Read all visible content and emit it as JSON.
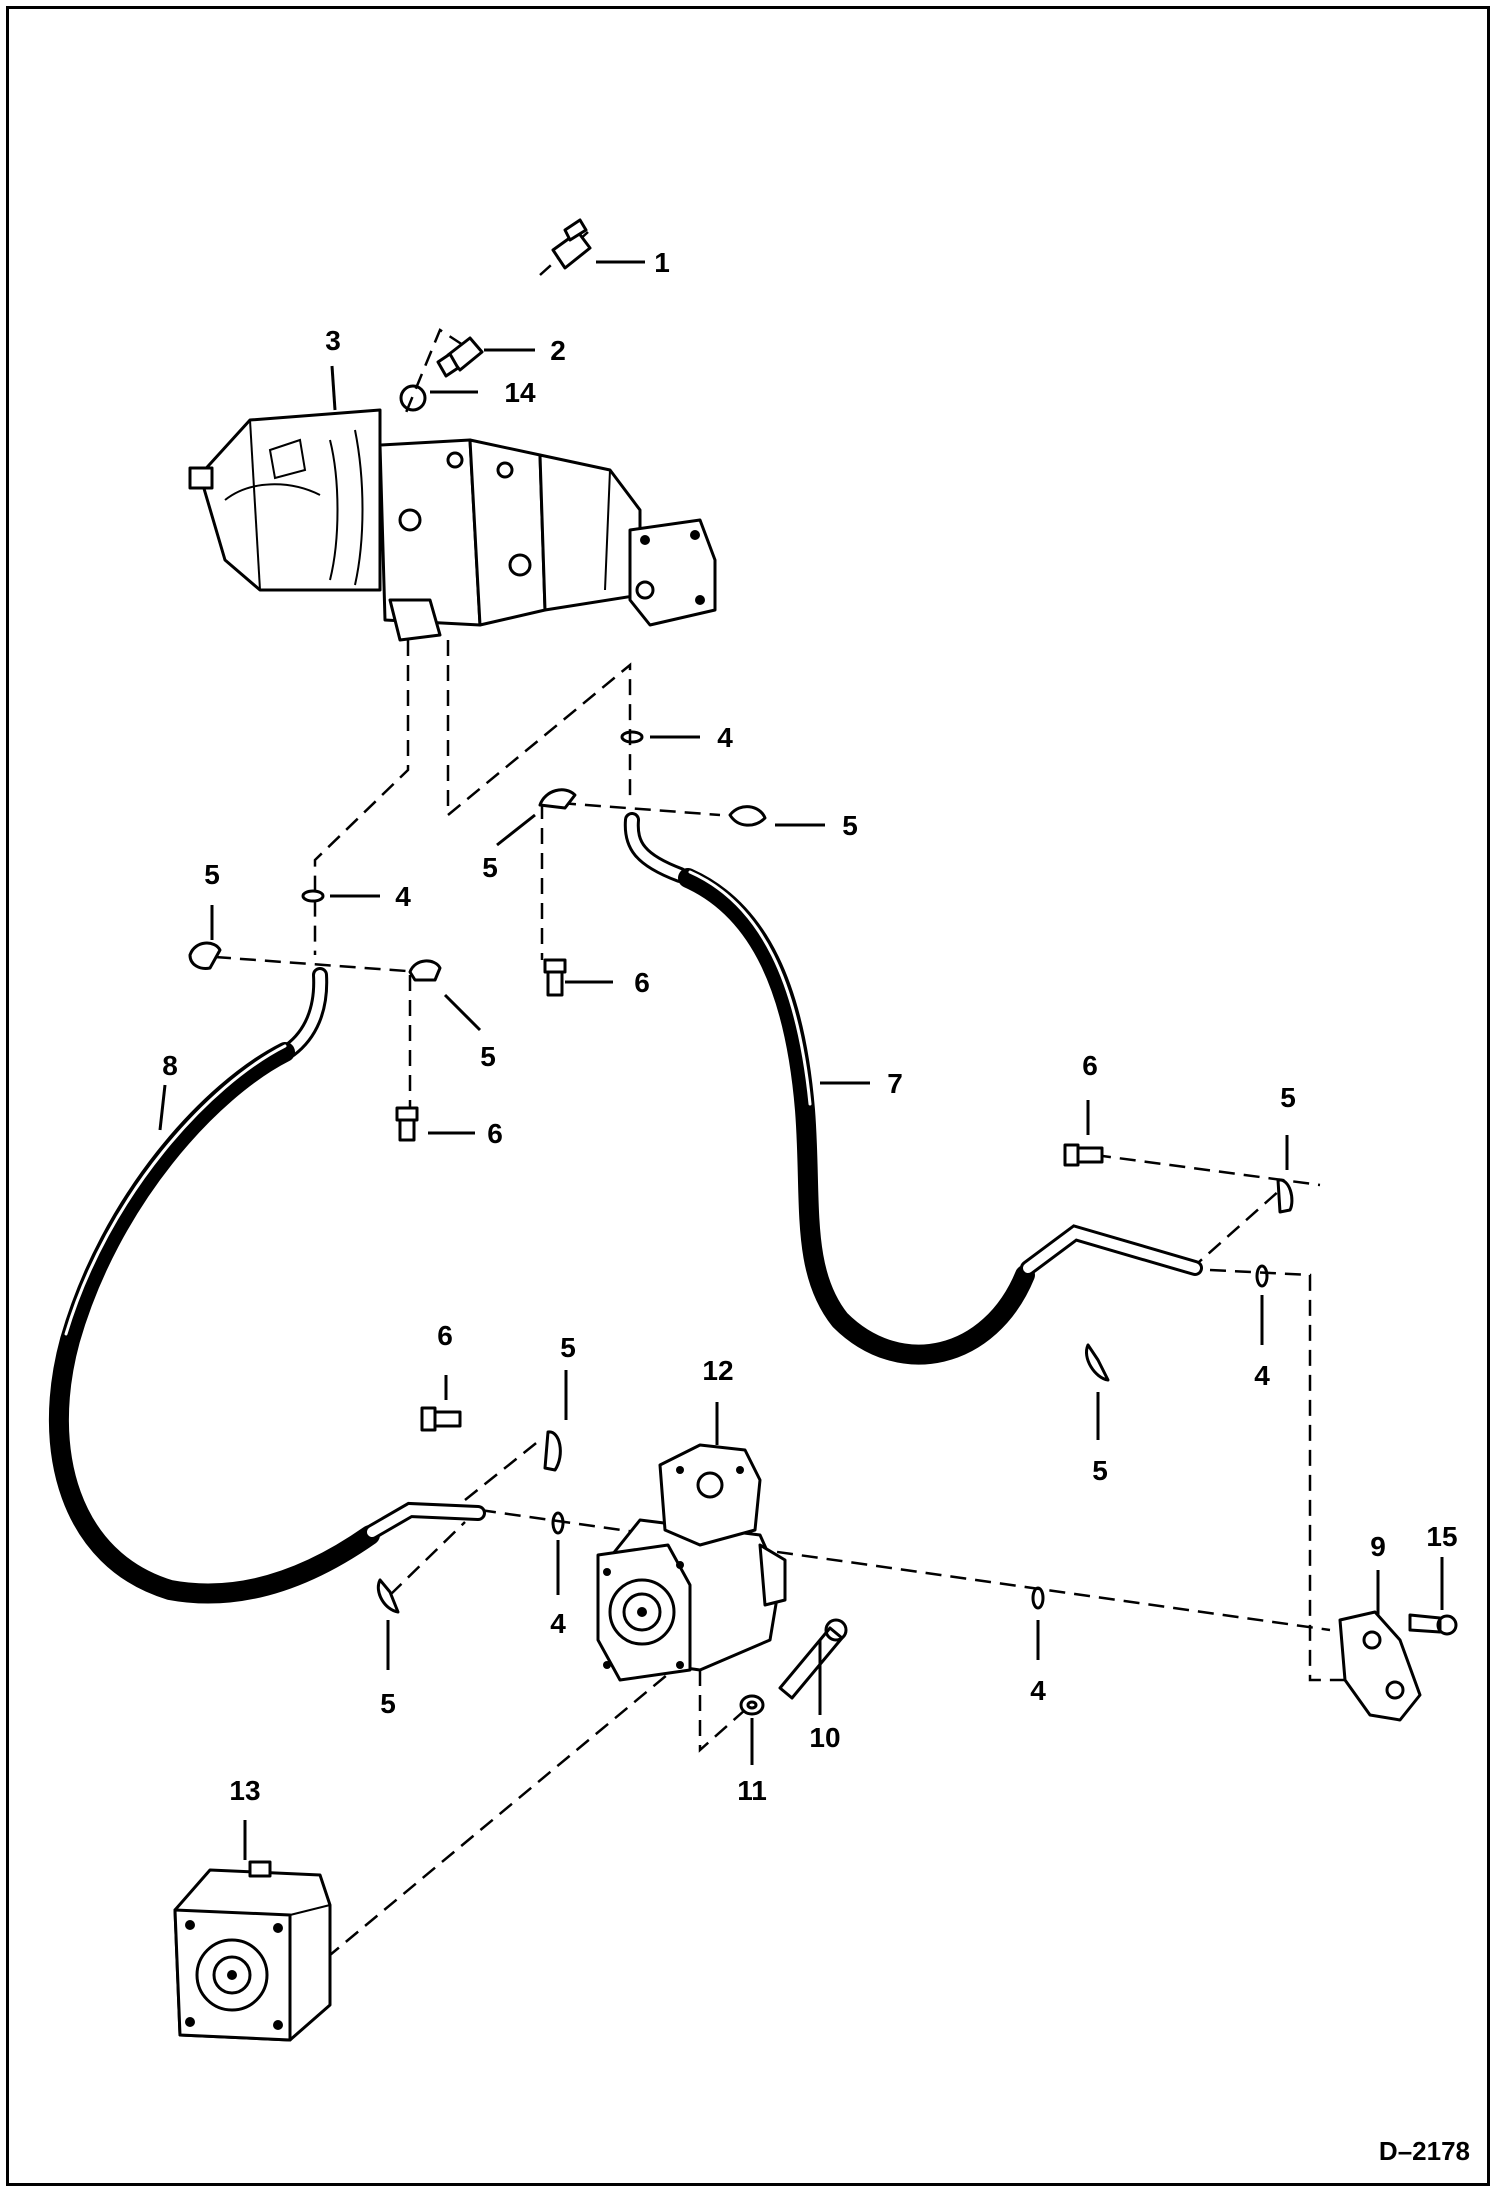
{
  "diagram": {
    "drawing_code": "D–2178",
    "callouts": {
      "c1": "1",
      "c2": "2",
      "c3": "3",
      "c14": "14",
      "c4a": "4",
      "c4b": "4",
      "c4c": "4",
      "c4d": "4",
      "c4e": "4",
      "c5a": "5",
      "c5b": "5",
      "c5c": "5",
      "c5d": "5",
      "c5e": "5",
      "c5f": "5",
      "c5g": "5",
      "c5h": "5",
      "c6a": "6",
      "c6b": "6",
      "c6c": "6",
      "c6d": "6",
      "c7": "7",
      "c8": "8",
      "c9": "9",
      "c10": "10",
      "c11": "11",
      "c12": "12",
      "c13": "13",
      "c15": "15"
    }
  }
}
